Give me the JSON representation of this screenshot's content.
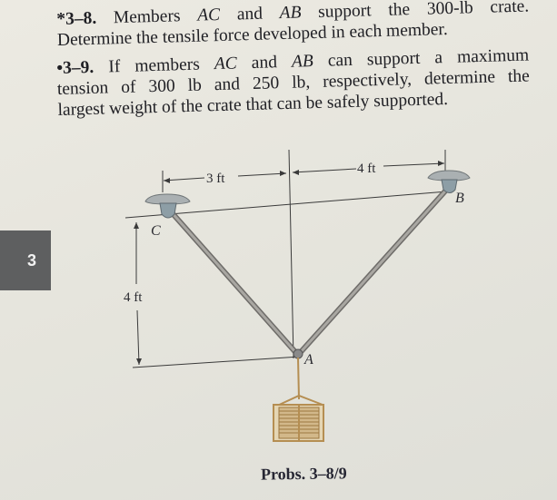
{
  "problems": [
    {
      "number": "*3–8.",
      "lines": [
        [
          "Members ",
          "AC",
          " and ",
          "AB",
          " support the 300-lb crate."
        ],
        [
          "Determine the tensile force developed in each member."
        ]
      ]
    },
    {
      "number": "•3–9.",
      "lines": [
        [
          "If members ",
          "AC",
          " and ",
          "AB",
          " can support a maximum"
        ],
        [
          "tension of 300 lb and 250 lb, respectively, determine the"
        ],
        [
          "largest weight of the crate that can be safely supported."
        ]
      ]
    }
  ],
  "chapter_tab": "3",
  "figure": {
    "points": {
      "A": "A",
      "B": "B",
      "C": "C"
    },
    "dimensions": {
      "horizontal_left": "3 ft",
      "horizontal_right": "4 ft",
      "vertical": "4 ft"
    },
    "caption": "Probs. 3–8/9",
    "colors": {
      "member": "#8e8c88",
      "support": "#9aa1a4",
      "crate": "#c9a46a",
      "line": "#3a3a3a"
    }
  }
}
